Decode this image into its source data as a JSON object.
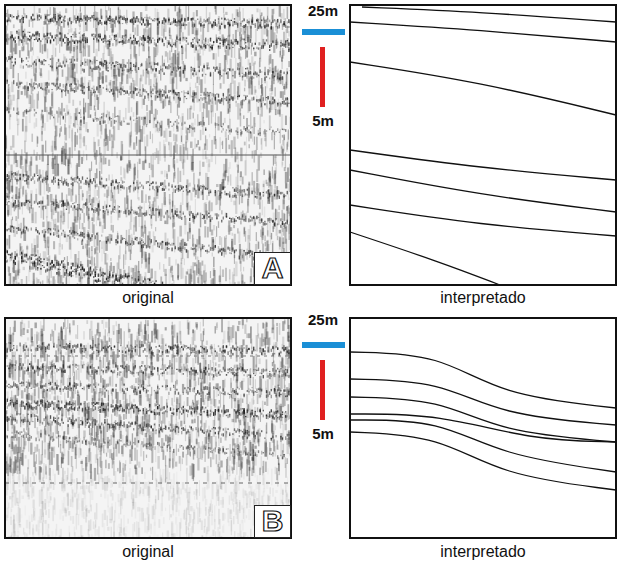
{
  "diagram": {
    "labels": [
      "25m",
      "5m",
      "A",
      "original",
      "interpretado",
      "25m",
      "5m",
      "B",
      "original",
      "interpretado"
    ]
  }
}
